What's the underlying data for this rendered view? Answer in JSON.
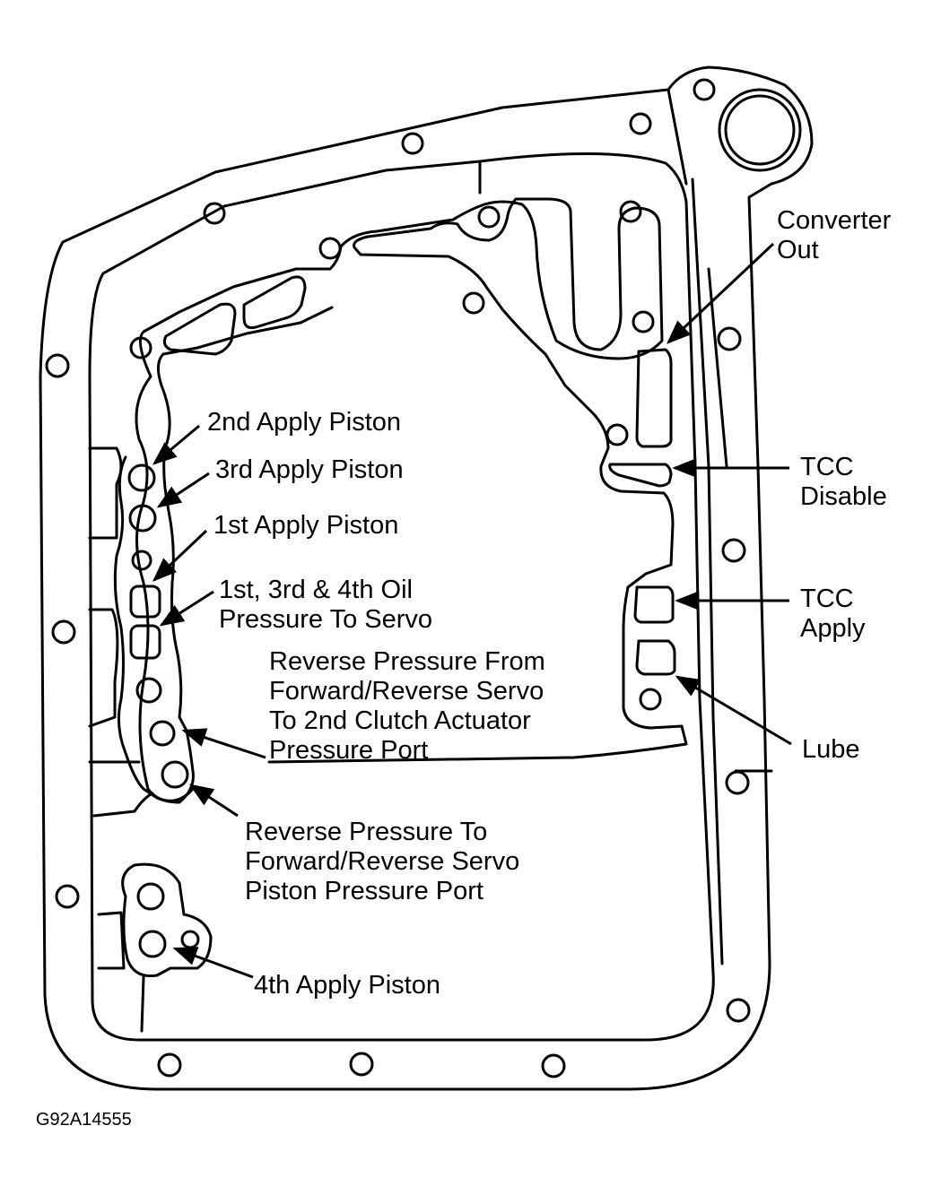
{
  "labels": {
    "converter_out": [
      "Converter",
      "Out"
    ],
    "tcc_disable": [
      "TCC",
      "Disable"
    ],
    "tcc_apply": [
      "TCC",
      "Apply"
    ],
    "lube": [
      "Lube"
    ],
    "second_apply_piston": [
      "2nd Apply Piston"
    ],
    "third_apply_piston": [
      "3rd Apply Piston"
    ],
    "first_apply_piston": [
      "1st Apply Piston"
    ],
    "oil_pressure_to_servo": [
      "1st, 3rd & 4th Oil",
      "Pressure To Servo"
    ],
    "reverse_pressure_from": [
      "Reverse Pressure From",
      "Forward/Reverse Servo",
      "To 2nd Clutch Actuator",
      "Pressure Port"
    ],
    "reverse_pressure_to": [
      "Reverse Pressure To",
      "Forward/Reverse Servo",
      "Piston Pressure Port"
    ],
    "fourth_apply_piston": [
      "4th Apply Piston"
    ]
  },
  "figure_id": "G92A14555",
  "colors": {
    "ink": "#000000",
    "paper": "#ffffff"
  }
}
